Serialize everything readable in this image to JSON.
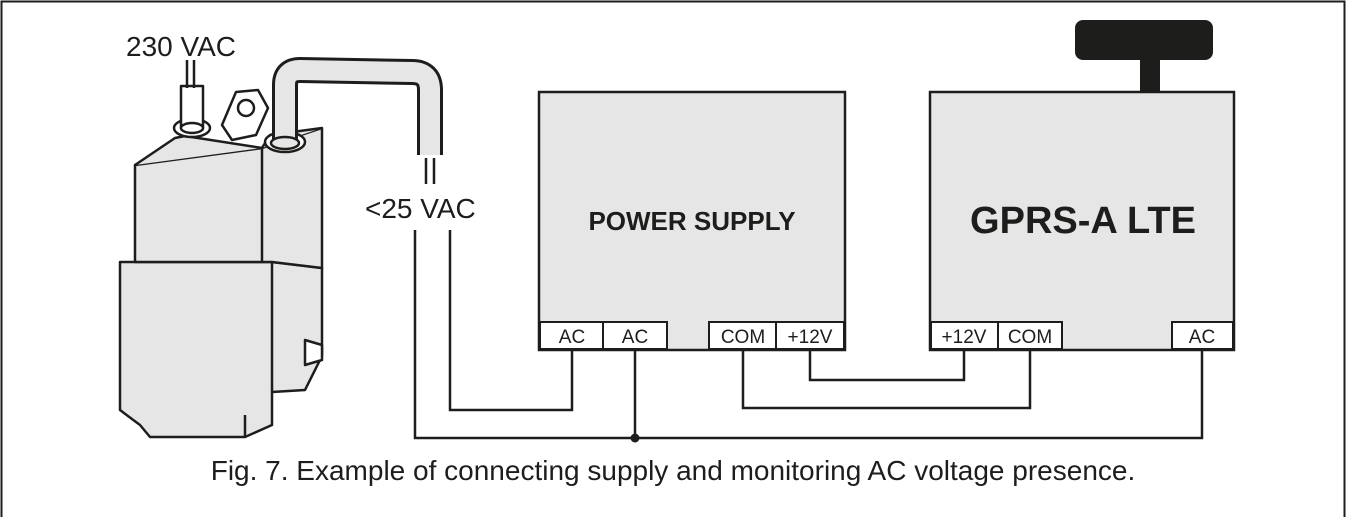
{
  "labels": {
    "mains_voltage": "230 VAC",
    "secondary_voltage": "<25 VAC"
  },
  "power_supply": {
    "title": "POWER SUPPLY",
    "terminals": [
      "AC",
      "AC",
      "COM",
      "+12V"
    ]
  },
  "module": {
    "title": "GPRS-A LTE",
    "terminals": [
      "+12V",
      "COM",
      "AC"
    ]
  },
  "caption": "Fig. 7. Example of connecting supply and monitoring AC voltage presence.",
  "colors": {
    "line": "#1d1d1b",
    "box_fill": "#e6e6e6",
    "antenna": "#1d1d1b",
    "transformer_fill": "#e6e6e6"
  }
}
